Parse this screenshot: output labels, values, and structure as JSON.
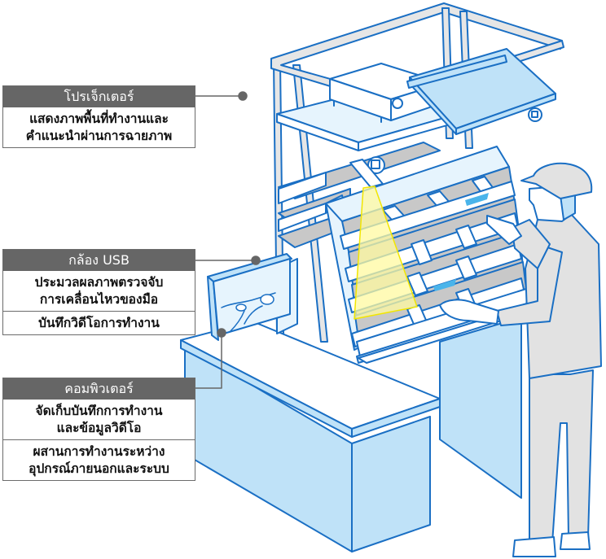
{
  "colors": {
    "outline": "#1a6fc4",
    "light_blue_fill": "#bfe2f8",
    "pale_blue_fill": "#e6f4fd",
    "shelf_gray": "#c8c8c8",
    "person_gray": "#e2e2e2",
    "projection_yellow": "#fffaa0",
    "label_header": "#666666",
    "leader_line": "#666666",
    "indicator_blue": "#4ab4ea"
  },
  "callouts": {
    "projector": {
      "title": "โปรเจ็กเตอร์",
      "lines": [
        "แสดงภาพพื้นที่ทำงานและ",
        "คำแนะนำผ่านการฉายภาพ"
      ]
    },
    "camera": {
      "title": "กล้อง USB",
      "sections": [
        [
          "ประมวลผลภาพตรวจจับ",
          "การเคลื่อนไหวของมือ"
        ],
        [
          "บันทึกวิดีโอการทำงาน"
        ]
      ]
    },
    "computer": {
      "title": "คอมพิวเตอร์",
      "sections": [
        [
          "จัดเก็บบันทึกการทำงาน",
          "และข้อมูลวิดีโอ"
        ],
        [
          "ผสานการทำงานระหว่าง",
          "อุปกรณ์ภายนอกและระบบ"
        ]
      ]
    }
  }
}
